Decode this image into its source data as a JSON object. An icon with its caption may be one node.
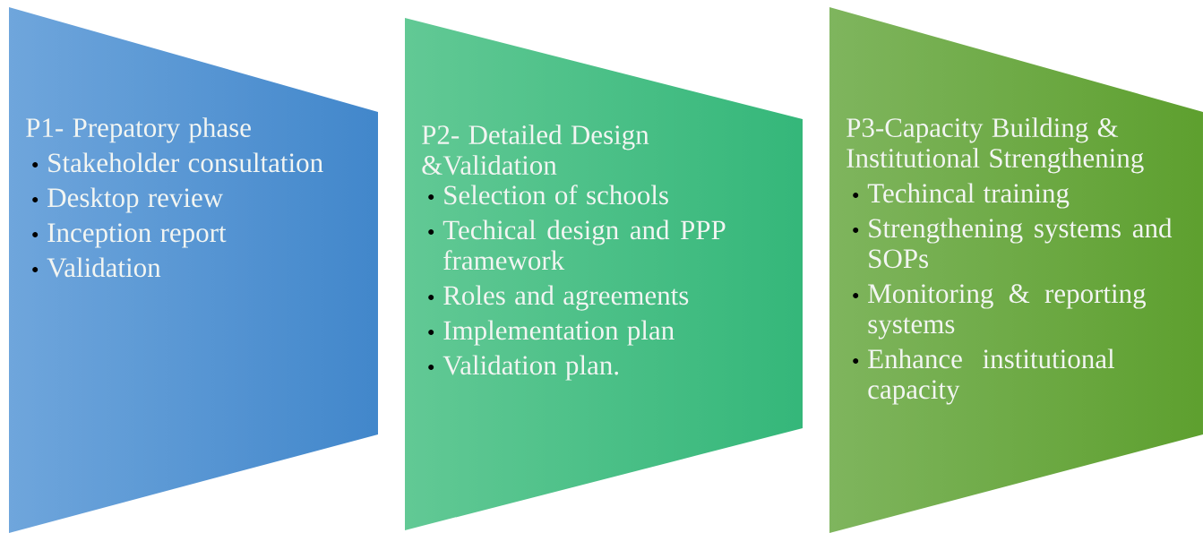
{
  "diagram": {
    "nodes": [
      {
        "text": [
          "P1- Prepatory phase",
          "Stakeholder consultation",
          "Desktop review",
          "Inception report",
          "Validation"
        ]
      },
      {
        "text": [
          "P2- Detailed Design &Validation",
          "Selection of schools",
          "Techical design and PPP framework",
          "Roles and agreements",
          "Implementation plan",
          "Validation plan."
        ]
      },
      {
        "text": [
          "P3-Capacity Building & Institutional Strengthening",
          "Techincal training",
          "Strengthening systems and SOPs",
          "Monitoring & reporting systems",
          "Enhance institutional capacity"
        ]
      }
    ]
  }
}
